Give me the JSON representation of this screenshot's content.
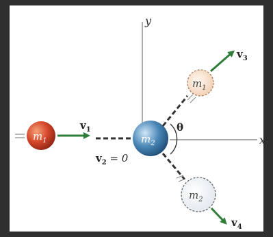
{
  "diagram": {
    "axes": {
      "x_label": "x",
      "y_label": "y"
    },
    "masses": {
      "m1_before": "m",
      "m1_before_sub": "1",
      "m2_target": "m",
      "m2_target_sub": "2",
      "m1_after": "m",
      "m1_after_sub": "1",
      "m2_after": "m",
      "m2_after_sub": "2"
    },
    "velocities": {
      "v1": "v",
      "v1_sub": "1",
      "v2": "v",
      "v2_sub": "2",
      "v2_value": " = 0",
      "v3": "v",
      "v3_sub": "3",
      "v4": "v",
      "v4_sub": "4"
    },
    "angle_label": "θ",
    "colors": {
      "m1_ball": "#d4472a",
      "m2_ball": "#4a88b8",
      "arrow": "#2e7d3a",
      "ghost_m1": "#e9b48a",
      "ghost_m2": "#b9c7d2"
    }
  }
}
